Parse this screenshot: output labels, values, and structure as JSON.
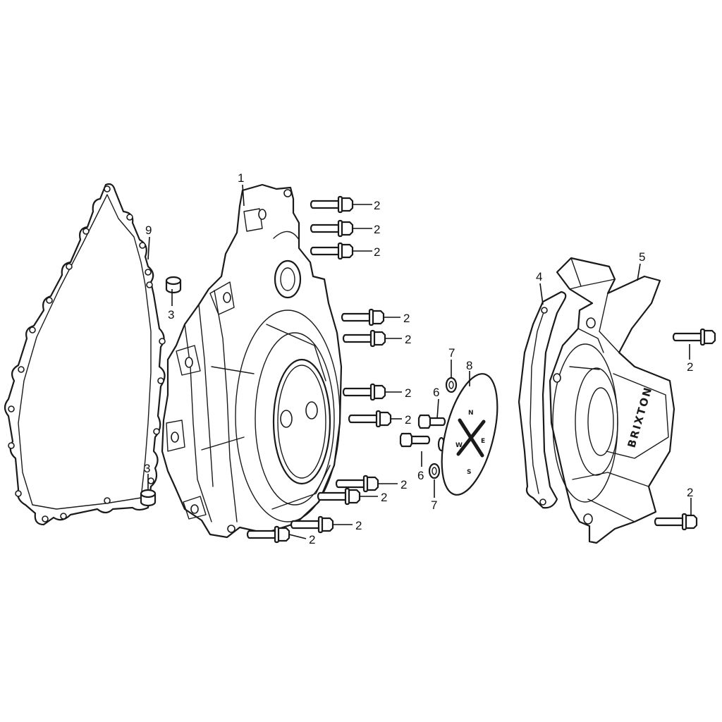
{
  "diagram": {
    "brand_text": "BRIXTON",
    "compass": {
      "north": "N",
      "east": "E",
      "south": "S",
      "west": "W"
    },
    "callouts": {
      "c1": "1",
      "c2a": "2",
      "c2b": "2",
      "c2c": "2",
      "c2d": "2",
      "c2e": "2",
      "c2f": "2",
      "c2g": "2",
      "c2h": "2",
      "c2i": "2",
      "c2j": "2",
      "c2k": "2",
      "c2l": "2",
      "c2m": "2",
      "c3a": "3",
      "c3b": "3",
      "c4": "4",
      "c5": "5",
      "c6a": "6",
      "c6b": "6",
      "c7a": "7",
      "c7b": "7",
      "c8": "8",
      "c9": "9"
    }
  }
}
